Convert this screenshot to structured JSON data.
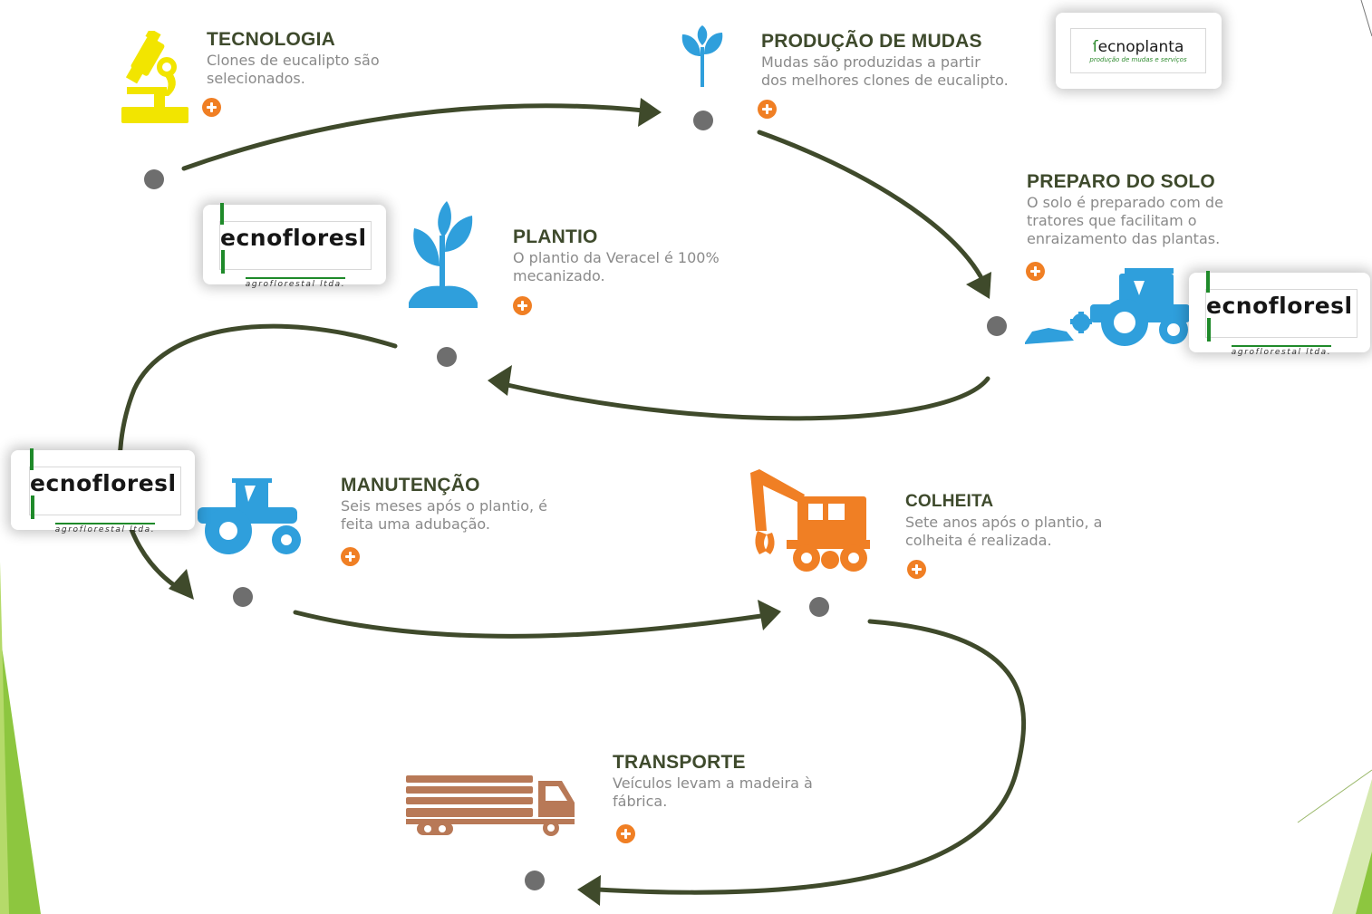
{
  "steps": [
    {
      "id": "tecnologia",
      "title": "TECNOLOGIA",
      "text": "Clones de eucalipto são\nselecionados."
    },
    {
      "id": "producao",
      "title": "PRODUÇÃO DE MUDAS",
      "text": "Mudas são produzidas a partir\ndos melhores clones de eucalipto."
    },
    {
      "id": "preparo",
      "title": "PREPARO DO SOLO",
      "text": "O solo é preparado com de\ntratores que facilitam o\nenraizamento das plantas."
    },
    {
      "id": "plantio",
      "title": "PLANTIO",
      "text": "O plantio da Veracel é 100%\nmecanizado."
    },
    {
      "id": "manutencao",
      "title": "MANUTENÇÃO",
      "text": "Seis meses após o plantio, é\nfeita uma adubação."
    },
    {
      "id": "colheita",
      "title": "COLHEITA",
      "text": "Sete anos após o plantio, a\ncolheita é realizada."
    },
    {
      "id": "transporte",
      "title": "TRANSPORTE",
      "text": "Veículos levam a madeira à\nfábrica."
    }
  ],
  "logos": {
    "tecnoflorest": {
      "name_main": "ecnofloresl",
      "tagline": "agroflorestal ltda."
    },
    "tecnoplanta": {
      "name_main": "ecnoplanta",
      "tagline": "produção de mudas e serviços"
    }
  },
  "icons": [
    "microscope-icon",
    "seedling-icon",
    "plant-icon",
    "tractor-icon",
    "excavator-icon",
    "truck-icon"
  ],
  "colors": {
    "arrow": "#3f4a2b",
    "title": "#3e4a2c",
    "text": "#8a8a8a",
    "plus": "#f07f24",
    "dot": "#6e6e6e",
    "accent_green": "#8dc63f",
    "icon_yellow": "#f2e500",
    "icon_blue": "#2f9fdc",
    "icon_orange": "#f07f24",
    "icon_brown": "#b87957"
  }
}
